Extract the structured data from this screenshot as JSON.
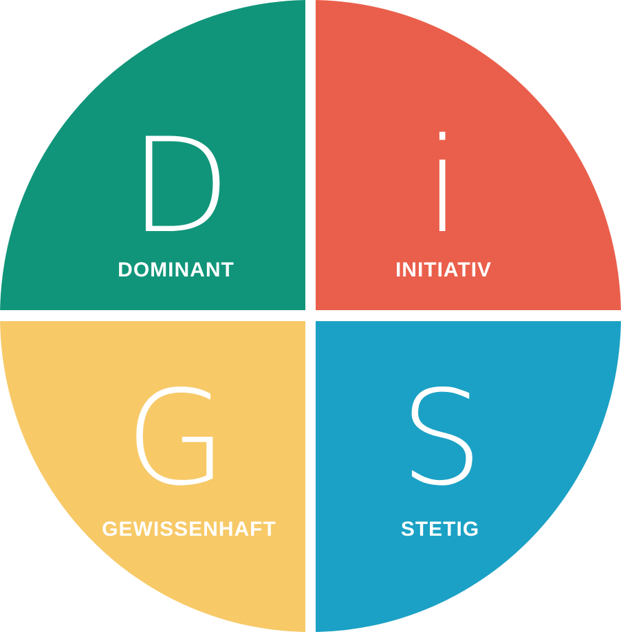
{
  "quadrants": [
    {
      "letter": "D",
      "label": "DOMINANT",
      "color": "#10957a"
    },
    {
      "letter": "i",
      "label": "INITIATIV",
      "color": "#ea5f4b"
    },
    {
      "letter": "G",
      "label": "GEWISSENHAFT",
      "color": "#f7c967"
    },
    {
      "letter": "S",
      "label": "STETIG",
      "color": "#1ba1c5"
    }
  ]
}
